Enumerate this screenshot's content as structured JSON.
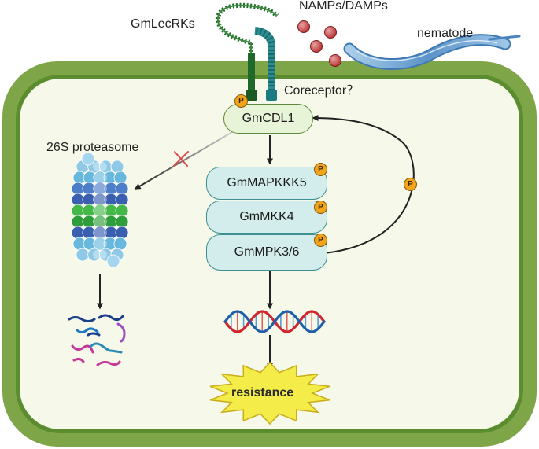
{
  "labels": {
    "receptor": "GmLecRKs",
    "patterns": "NAMPs/DAMPs",
    "pathogen": "nematode",
    "coreceptor": "Coreceptor？",
    "proteasome": "26S proteasome",
    "outcome": "resistance"
  },
  "nodes": {
    "cdl1": "GmCDL1",
    "mapkkk": "GmMAPKKK5",
    "mkk": "GmMKK4",
    "mpk": "GmMPK3/6"
  },
  "phospho_mark": "P",
  "colors": {
    "cell_wall": "#7ea548",
    "cytoplasm": "#f6f9e9",
    "kinase_fill": "#d3ecec",
    "kinase_border": "#3c8f92",
    "cdl1_fill": "#e8f4d8",
    "phospho": "#f0a51c",
    "damp": "#cc4040",
    "inhibit": "#d94c4c",
    "dna_red": "#d0262e",
    "dna_blue": "#1f5fa8",
    "star": "#f3ec49"
  }
}
